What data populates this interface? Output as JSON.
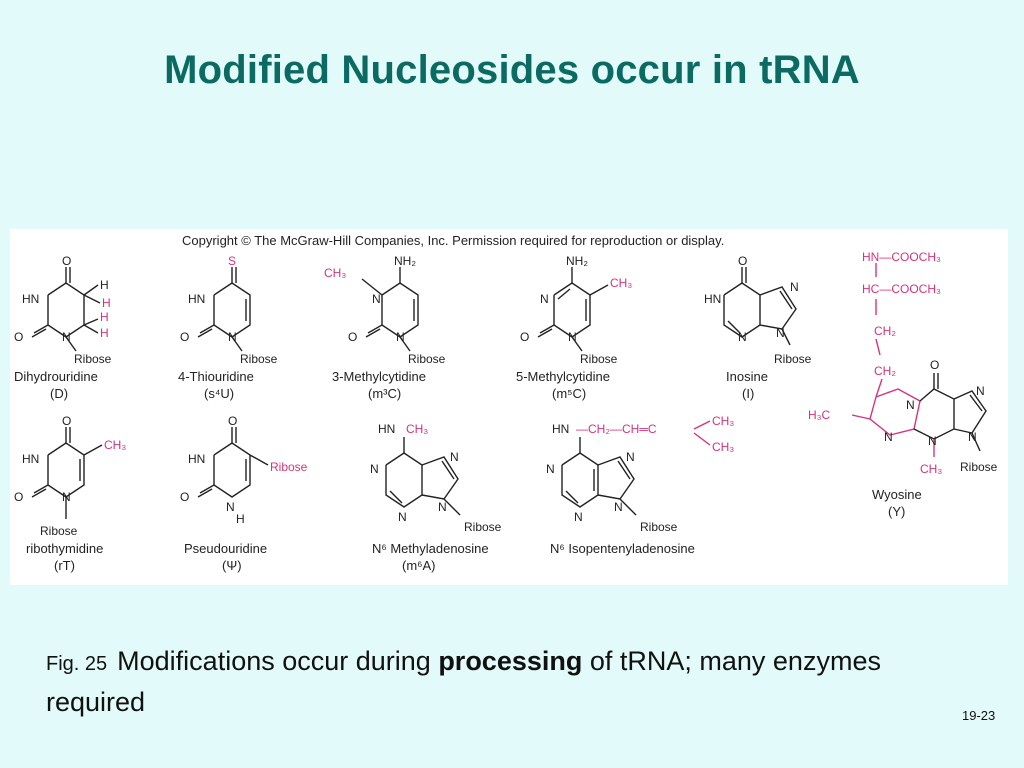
{
  "slide": {
    "title": "Modified Nucleosides occur in tRNA",
    "page_number": "19-23"
  },
  "figure": {
    "copyright": "Copyright © The McGraw-Hill Companies, Inc. Permission required for reproduction or display.",
    "modification_color": "#d6337a",
    "molecules": [
      {
        "name": "Dihydrouridine",
        "abbr": "(D)"
      },
      {
        "name": "4-Thiouridine",
        "abbr": "(s⁴U)"
      },
      {
        "name": "3-Methylcytidine",
        "abbr": "(m³C)"
      },
      {
        "name": "5-Methylcytidine",
        "abbr": "(m⁵C)"
      },
      {
        "name": "Inosine",
        "abbr": "(I)"
      },
      {
        "name": "ribothymidine",
        "abbr": "(rT)"
      },
      {
        "name": "Pseudouridine",
        "abbr": "(Ψ)"
      },
      {
        "name": "N⁶ Methyladenosine",
        "abbr": "(m⁶A)"
      },
      {
        "name": "N⁶ Isopentenyladenosine",
        "abbr": ""
      },
      {
        "name": "Wyosine",
        "abbr": "(Y)"
      }
    ],
    "atoms": {
      "ribose": "Ribose",
      "hn": "HN",
      "n": "N",
      "o": "O",
      "h": "H",
      "s": "S",
      "nh2": "NH₂",
      "ch3": "CH₃",
      "h3c": "H₃C",
      "ch2": "CH₂",
      "hn_ch3": "HN—CH₃",
      "hn_cooch3": "HN—COOCH₃",
      "hc_cooch3": "HC—COOCH₃",
      "isopentenyl": "HN—CH₂—CH═C"
    }
  },
  "caption": {
    "fig_label": "Fig. 25",
    "text_before": "Modifications occur during ",
    "bold_word": "processing",
    "text_after": " of tRNA; many enzymes required"
  }
}
